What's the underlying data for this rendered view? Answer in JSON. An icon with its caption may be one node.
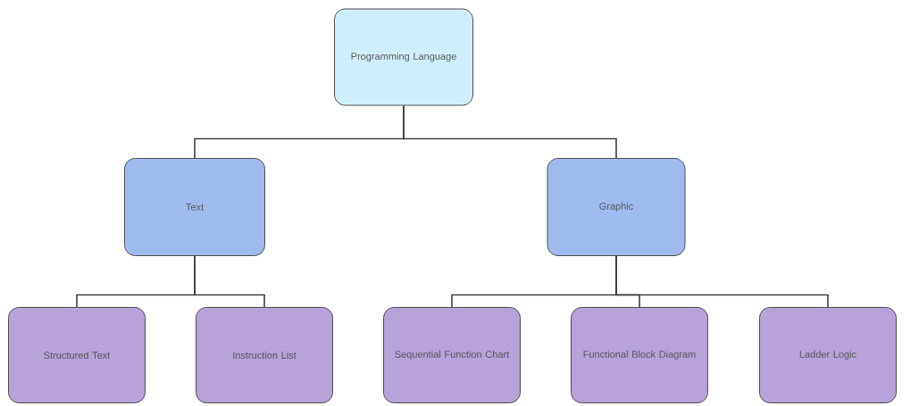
{
  "diagram": {
    "nodes": [
      {
        "text": [
          "Programming Language"
        ]
      },
      {
        "text": [
          "Text"
        ]
      },
      {
        "text": [
          "Graphic"
        ]
      },
      {
        "text": [
          "Structured Text"
        ]
      },
      {
        "text": [
          "Instruction List"
        ]
      },
      {
        "text": [
          "Sequential Function Chart"
        ]
      },
      {
        "text": [
          "Functional Block Diagram"
        ]
      },
      {
        "text": [
          "Ladder Logic"
        ]
      }
    ],
    "edges": [
      {
        "from": 0,
        "to": 1,
        "arrow": "none"
      },
      {
        "from": 0,
        "to": 2,
        "arrow": "none"
      },
      {
        "from": 1,
        "to": 3,
        "arrow": "none"
      },
      {
        "from": 1,
        "to": 4,
        "arrow": "none"
      },
      {
        "from": 2,
        "to": 5,
        "arrow": "none"
      },
      {
        "from": 2,
        "to": 6,
        "arrow": "none"
      },
      {
        "from": 2,
        "to": 7,
        "arrow": "none"
      }
    ]
  }
}
